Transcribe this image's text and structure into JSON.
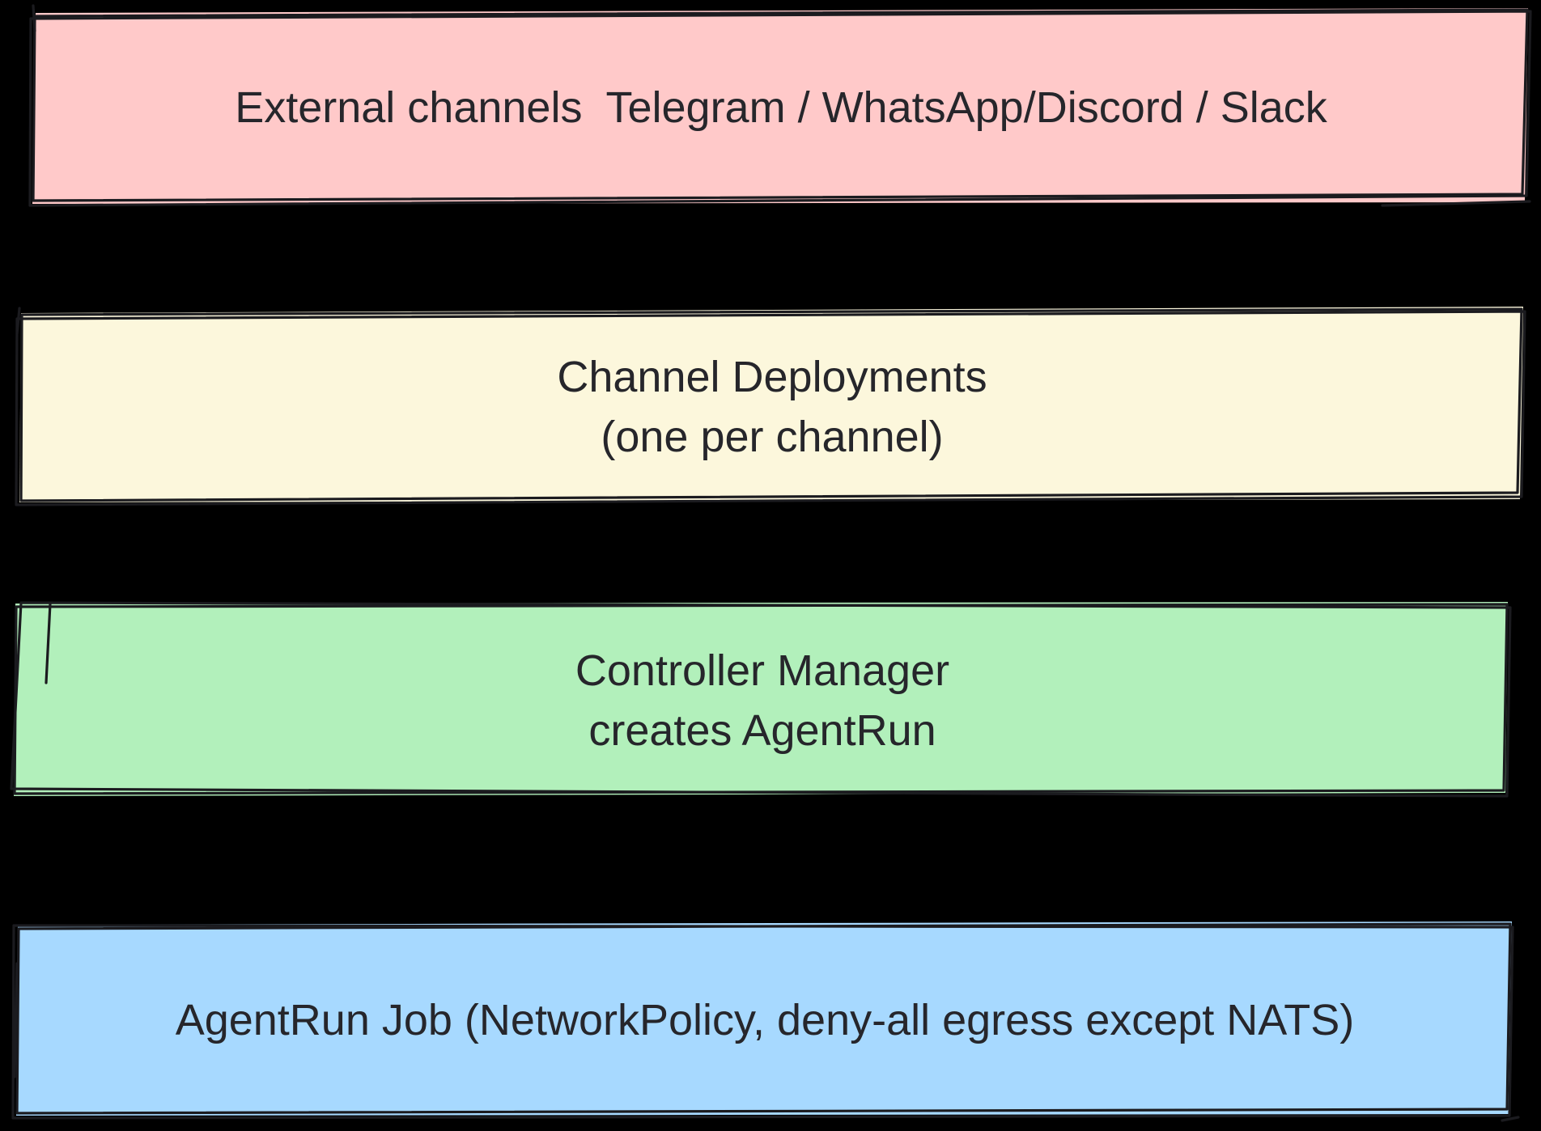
{
  "page": {
    "background": "#000000"
  },
  "diagram": {
    "style": "hand-drawn-sketch",
    "stroke_color": "#1b1b1f",
    "text_color": "#26262b",
    "boxes": [
      {
        "name": "external-channels",
        "fill": "#ffc9c9",
        "lines": [
          "External channels  Telegram / WhatsApp/Discord / Slack"
        ]
      },
      {
        "name": "channel-deployments",
        "fill": "#fcf7dc",
        "lines": [
          "Channel Deployments",
          "(one per channel)"
        ]
      },
      {
        "name": "controller-manager",
        "fill": "#b2f0bb",
        "lines": [
          "Controller Manager",
          "creates AgentRun"
        ]
      },
      {
        "name": "agentrun-job",
        "fill": "#a7d9ff",
        "lines": [
          "AgentRun Job (NetworkPolicy, deny-all egress except NATS)"
        ]
      }
    ]
  }
}
